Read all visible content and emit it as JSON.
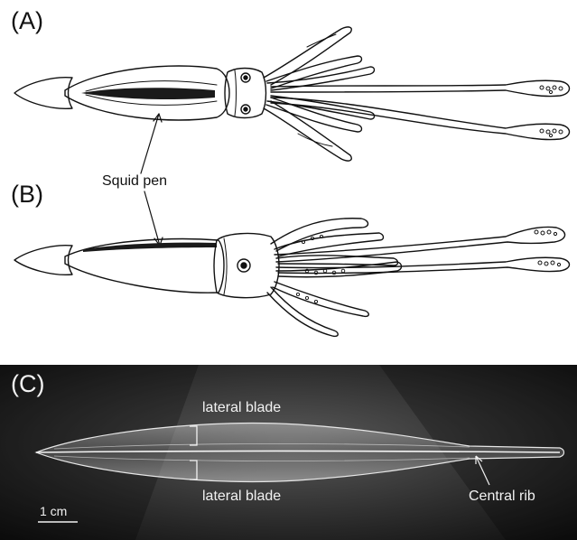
{
  "panels": {
    "a": {
      "label": "(A)"
    },
    "b": {
      "label": "(B)"
    },
    "c": {
      "label": "(C)"
    }
  },
  "annotations": {
    "squid_pen": "Squid pen",
    "lateral_blade_top": "lateral blade",
    "lateral_blade_bottom": "lateral blade",
    "central_rib": "Central rib",
    "scale_bar": "1 cm"
  },
  "colors": {
    "ink": "#111111",
    "pen_fill": "#1a1a1a",
    "photo_bg": "#1c1c1c",
    "photo_text": "#f2f2f2"
  }
}
